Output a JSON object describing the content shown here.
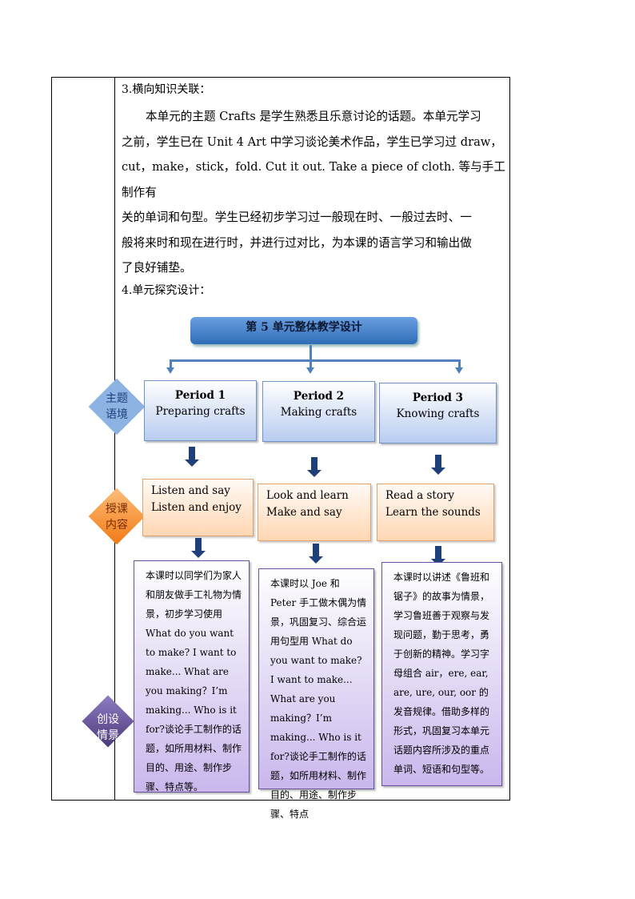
{
  "section3": {
    "heading": "3.横向知识关联：",
    "lines": [
      "本单元的主题 Crafts 是学生熟悉且乐意讨论的话题。本单元学习",
      "之前，学生已在 Unit 4 Art 中学习谈论美术作品，学生已学习过 draw，",
      "cut，make，stick，fold. Cut it out. Take a piece of cloth. 等与手工制作有",
      "关的单词和句型。学生已经初步学习过一般现在时、一般过去时、一",
      "般将来时和现在进行时，并进行过对比，为本课的语言学习和输出做",
      "了良好铺垫。"
    ]
  },
  "section4": {
    "heading": "4.单元探究设计："
  },
  "diagram": {
    "title": "第 5 单元整体教学设计",
    "side_labels": {
      "theme": [
        "主题",
        "语境"
      ],
      "lessons": [
        "授课",
        "内容"
      ],
      "situation": [
        "创设",
        "情景"
      ]
    },
    "colors": {
      "theme": "#8db3e2",
      "lessons": "#f79646",
      "situation": "#5f4b8b",
      "connector": "#4f81bd"
    },
    "periods": [
      {
        "title": "Period 1",
        "subtitle": "Preparing  crafts",
        "lessons": [
          "Listen and say",
          "Listen and enjoy"
        ],
        "description": "本课时以同学们为家人和朋友做手工礼物为情景，初步学习使用 What do you want to make? I want to make... What are you making？I’m making... Who is it for?谈论手工制作的话题，如所用材料、制作目的、用途、制作步骤、特点等。"
      },
      {
        "title": "Period 2",
        "subtitle": "Making  crafts",
        "lessons": [
          "Look and learn",
          "Make and say"
        ],
        "description": "本课时以 Joe 和 Peter 手工做木偶为情景，巩固复习、综合运用句型用 What do you want to make? I want to make... What are you making？I’m making... Who is it for?谈论手工制作的话题，如所用材料、制作目的、用途、制作步骤、特点"
      },
      {
        "title": "Period 3",
        "subtitle": "Knowing crafts",
        "lessons": [
          "Read a story",
          "Learn the sounds"
        ],
        "description": "本课时以讲述《鲁班和锯子》的故事为情景，学习鲁班善于观察与发现问题，勤于思考，勇于创新的精神。学习字母组合 air，ere, ear, are, ure, our, oor 的发音规律。借助多样的形式，巩固复习本单元话题内容所涉及的重点单词、短语和句型等。"
      }
    ]
  }
}
